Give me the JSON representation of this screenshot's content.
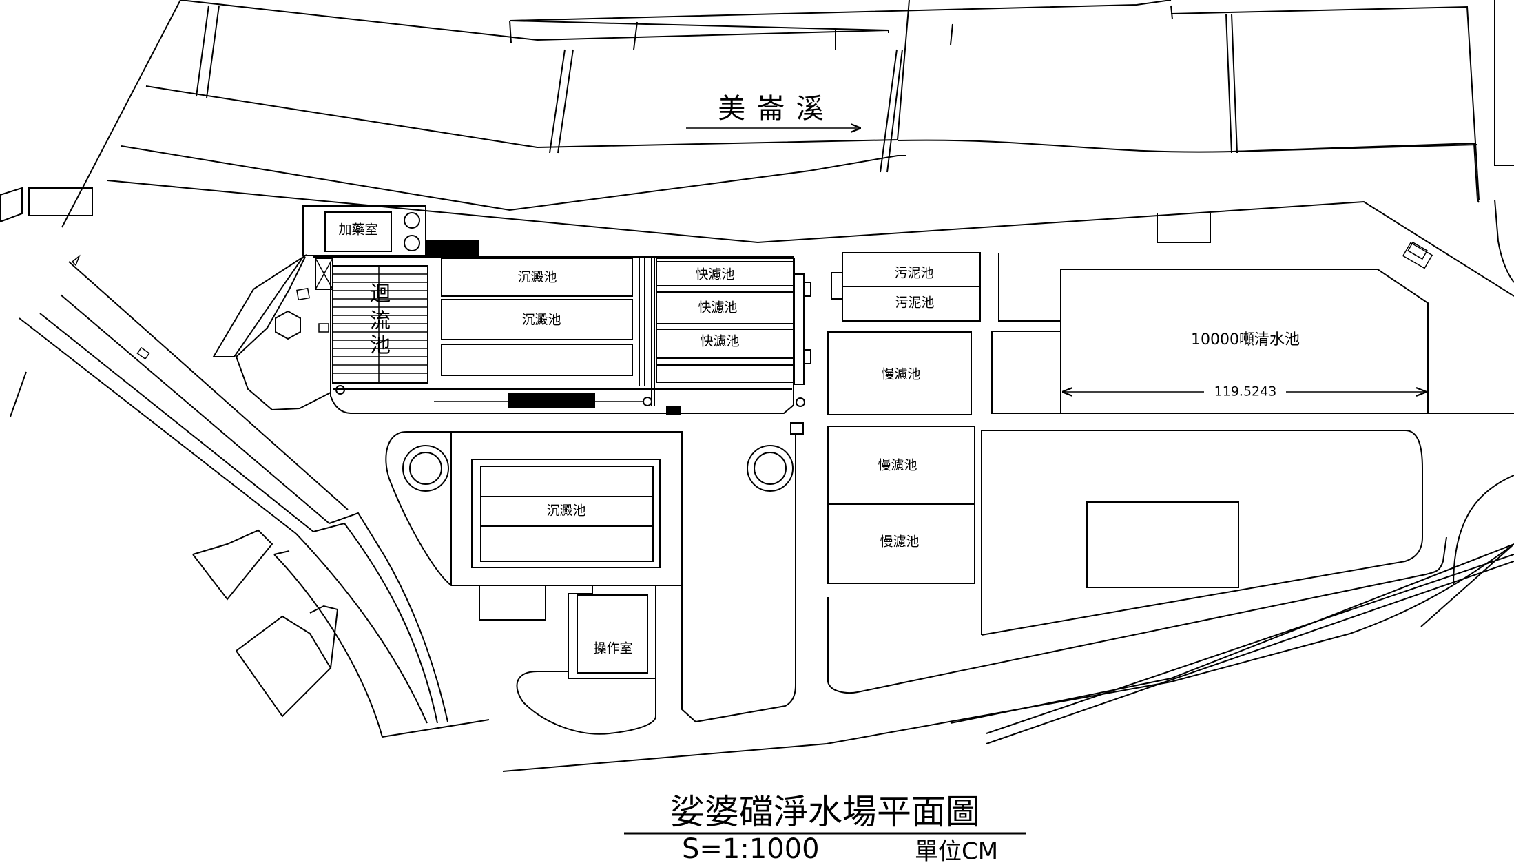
{
  "river": {
    "label": "美 崙 溪"
  },
  "facilities": {
    "dosing_room": "加藥室",
    "return_pond": [
      "迴",
      "流",
      "池"
    ],
    "sed_1": "沉澱池",
    "sed_2": "沉澱池",
    "sed_3": "沉澱池",
    "rapid_1": "快濾池",
    "rapid_2": "快濾池",
    "rapid_3": "快濾池",
    "sludge_1": "污泥池",
    "sludge_2": "污泥池",
    "slow_1": "慢濾池",
    "slow_2": "慢濾池",
    "slow_3": "慢濾池",
    "clear_water": "10000噸清水池",
    "clear_water_dim": "119.5243",
    "operation_room": "操作室"
  },
  "title": {
    "main": "娑婆礑淨水場平面圖",
    "scale": "S=1:1000",
    "unit": "單位CM"
  }
}
